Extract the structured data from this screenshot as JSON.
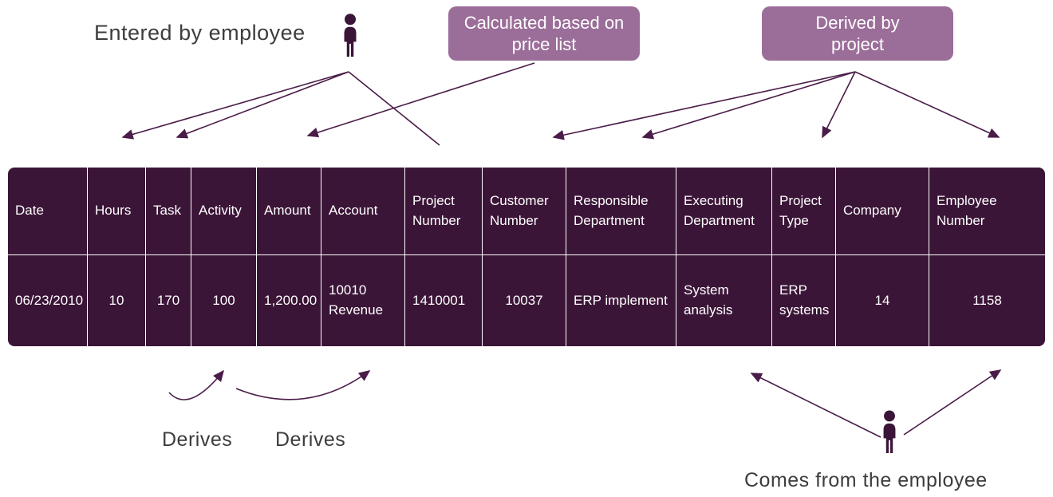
{
  "annotations": {
    "entered_by_employee": "Entered by employee",
    "calculated_box": "Calculated based on price list",
    "derived_box": "Derived by project",
    "derives_left": "Derives",
    "derives_right": "Derives",
    "comes_from_employee": "Comes from the employee"
  },
  "icons": {
    "top": "person-icon",
    "bottom": "person-icon"
  },
  "table": {
    "headers": [
      "Date",
      "Hours",
      "Task",
      "Activity",
      "Amount",
      "Account",
      "Project Number",
      "Customer Number",
      "Responsible Department",
      "Executing Department",
      "Project Type",
      "Company",
      "Employee Number"
    ],
    "row": [
      "06/23/2010",
      "10",
      "170",
      "100",
      "1,200.00",
      "10010 Revenue",
      "1410001",
      "10037",
      "ERP implement",
      "System analysis",
      "ERP systems",
      "14",
      "1158"
    ]
  },
  "colors": {
    "table_background": "#3b1537",
    "callout_background": "#9b6d99",
    "arrow": "#4a1c48",
    "annotation_text": "#3d3d3d",
    "table_text": "#ffffff"
  }
}
